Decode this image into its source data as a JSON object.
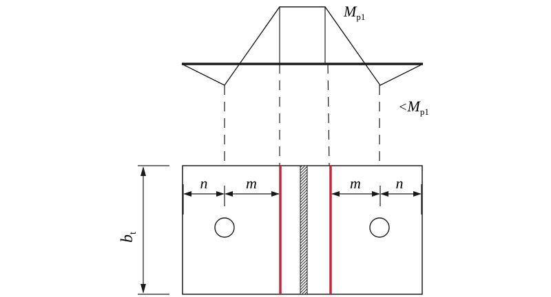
{
  "labels": {
    "moment_top_symbol": "M",
    "moment_top_sub": "p1",
    "moment_bottom_prefix": "<",
    "moment_bottom_symbol": "M",
    "moment_bottom_sub": "p1",
    "dim_n_left": "n",
    "dim_m_left": "m",
    "dim_m_right": "m",
    "dim_n_right": "n",
    "width_symbol": "b",
    "width_sub": "t"
  },
  "colors": {
    "line": "#1a1a1a",
    "weld_line": "#c0283a",
    "background": "#ffffff"
  }
}
